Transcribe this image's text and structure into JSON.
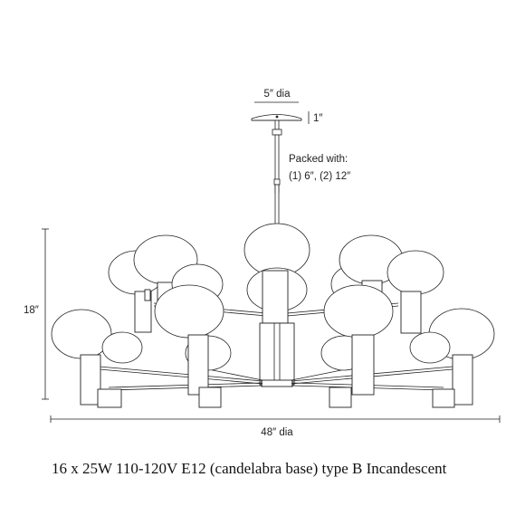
{
  "dimensions": {
    "canopy_diameter": "5″ dia",
    "canopy_height": "1″",
    "packed_with_line1": "Packed with:",
    "packed_with_line2": "(1) 6″, (2) 12″",
    "height": "18″",
    "width": "48″ dia"
  },
  "spec": {
    "text": "16 x 25W 110-120V E12 (candelabra base) type B Incandescent"
  }
}
